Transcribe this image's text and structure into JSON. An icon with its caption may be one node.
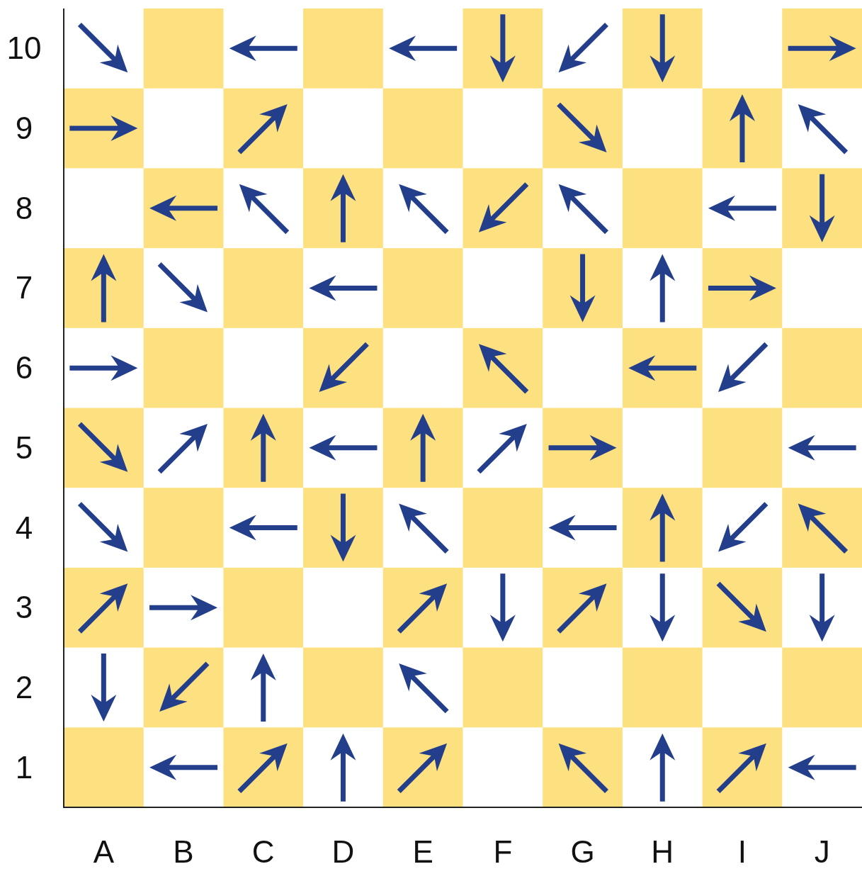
{
  "diagram": {
    "labels": [
      "10",
      "9",
      "8",
      "7",
      "6",
      "5",
      "4",
      "3",
      "2",
      "1",
      "A",
      "B",
      "C",
      "D",
      "E",
      "F",
      "G",
      "H",
      "I",
      "J"
    ]
  }
}
